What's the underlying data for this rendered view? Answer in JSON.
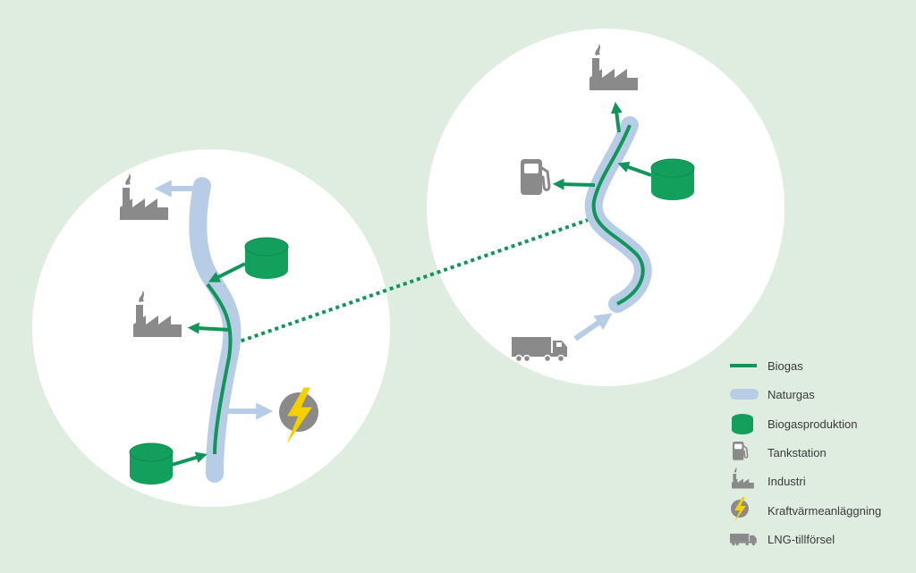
{
  "colors": {
    "background": "#dfede0",
    "circle": "#ffffff",
    "biogas": "#12955a",
    "naturgas": "#b7cde6",
    "biogasproduktion": "#12a05c",
    "icon_gray": "#8a8a8a",
    "bolt": "#f5d000"
  },
  "legend": [
    {
      "key": "biogas",
      "label": "Biogas",
      "icon": "green-line-icon"
    },
    {
      "key": "naturgas",
      "label": "Naturgas",
      "icon": "blue-line-icon"
    },
    {
      "key": "biogasproduktion",
      "label": "Biogasproduktion",
      "icon": "green-tank-icon"
    },
    {
      "key": "tankstation",
      "label": "Tankstation",
      "icon": "fuel-pump-icon"
    },
    {
      "key": "industri",
      "label": "Industri",
      "icon": "factory-icon"
    },
    {
      "key": "kraftvarme",
      "label": "Kraftvärmeanläggning",
      "icon": "lightning-icon"
    },
    {
      "key": "lng",
      "label": "LNG-tillförsel",
      "icon": "truck-icon"
    }
  ]
}
